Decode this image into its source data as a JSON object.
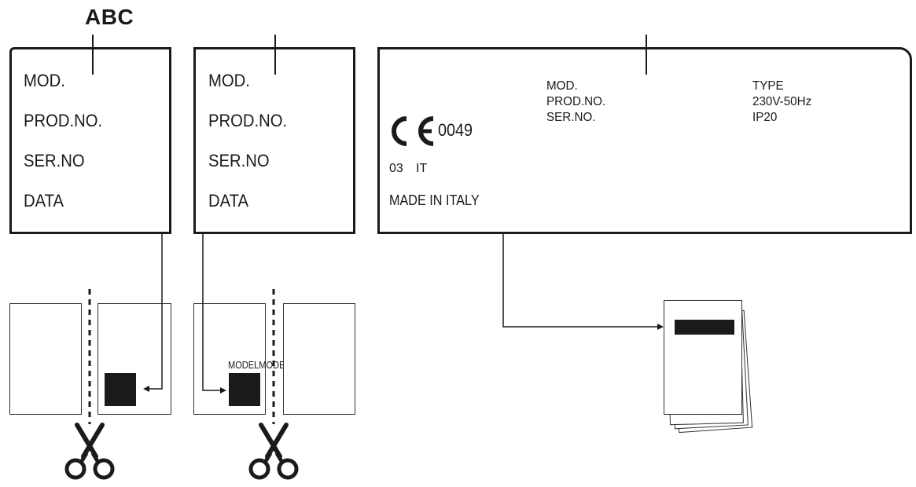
{
  "header": {
    "title": "ABC"
  },
  "label1": {
    "lines": [
      "MOD.",
      "PROD.NO.",
      "SER.NO",
      "DATA"
    ]
  },
  "label2": {
    "lines": [
      "MOD.",
      "PROD.NO.",
      "SER.NO",
      "DATA"
    ]
  },
  "label3": {
    "left_lines": [
      "MOD.",
      "PROD.NO.",
      "SER.NO."
    ],
    "right_lines": [
      "TYPE",
      "230V-50Hz",
      "IP20"
    ],
    "notified_body": "0049",
    "year": "03",
    "country": "IT",
    "origin": "MADE IN ITALY"
  },
  "sticker_text": "MODELMODEL",
  "icons": [
    "ce-mark-icon",
    "scissors-icon",
    "manual-booklet-icon"
  ]
}
